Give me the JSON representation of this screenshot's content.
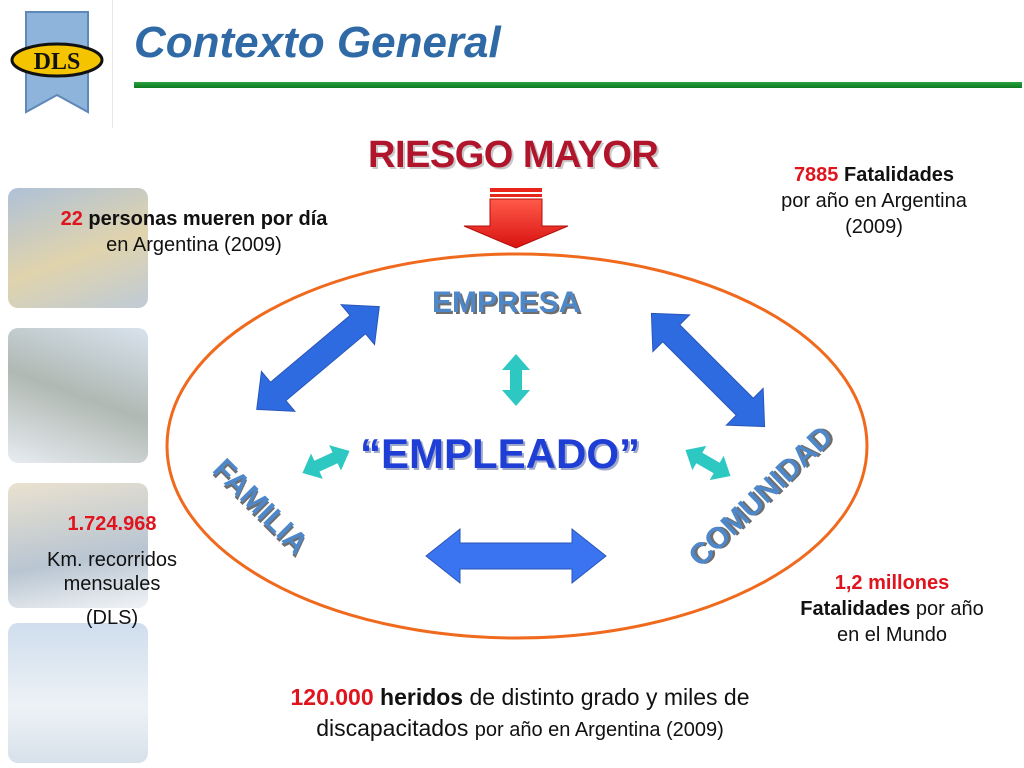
{
  "header": {
    "title": "Contexto General",
    "logo_text": "DLS"
  },
  "diagram": {
    "riesgo": "RIESGO MAYOR",
    "empresa": "EMPRESA",
    "empleado": "“EMPLEADO”",
    "familia": "FAMILIA",
    "comunidad": "COMUNIDAD"
  },
  "stats": {
    "top_left": {
      "number": "22",
      "bold_text": "personas mueren por día",
      "text": "en Argentina (2009)"
    },
    "top_right": {
      "number": "7885",
      "bold_text": "Fatalidades",
      "line2": "por año en Argentina",
      "line3": "(2009)"
    },
    "left": {
      "number": "1.724.968",
      "line1": "Km. recorridos",
      "line2": "mensuales",
      "line3": "(DLS)"
    },
    "right": {
      "number": "1,2 millones",
      "bold_text": "Fatalidades",
      "text": "por año",
      "line3": "en el Mundo"
    },
    "bottom": {
      "number": "120.000",
      "bold_text": "heridos",
      "text1": "de distinto grado y miles de",
      "text2": "discapacitados",
      "text3": "por año en Argentina (2009)"
    }
  },
  "colors": {
    "title": "#2f6aa6",
    "accent_red": "#e0141d",
    "green_line": "#1b8f30",
    "ellipse": "#f06a1e",
    "blue_arrow": "#2f6be0",
    "teal_arrow": "#2ec8c2"
  }
}
